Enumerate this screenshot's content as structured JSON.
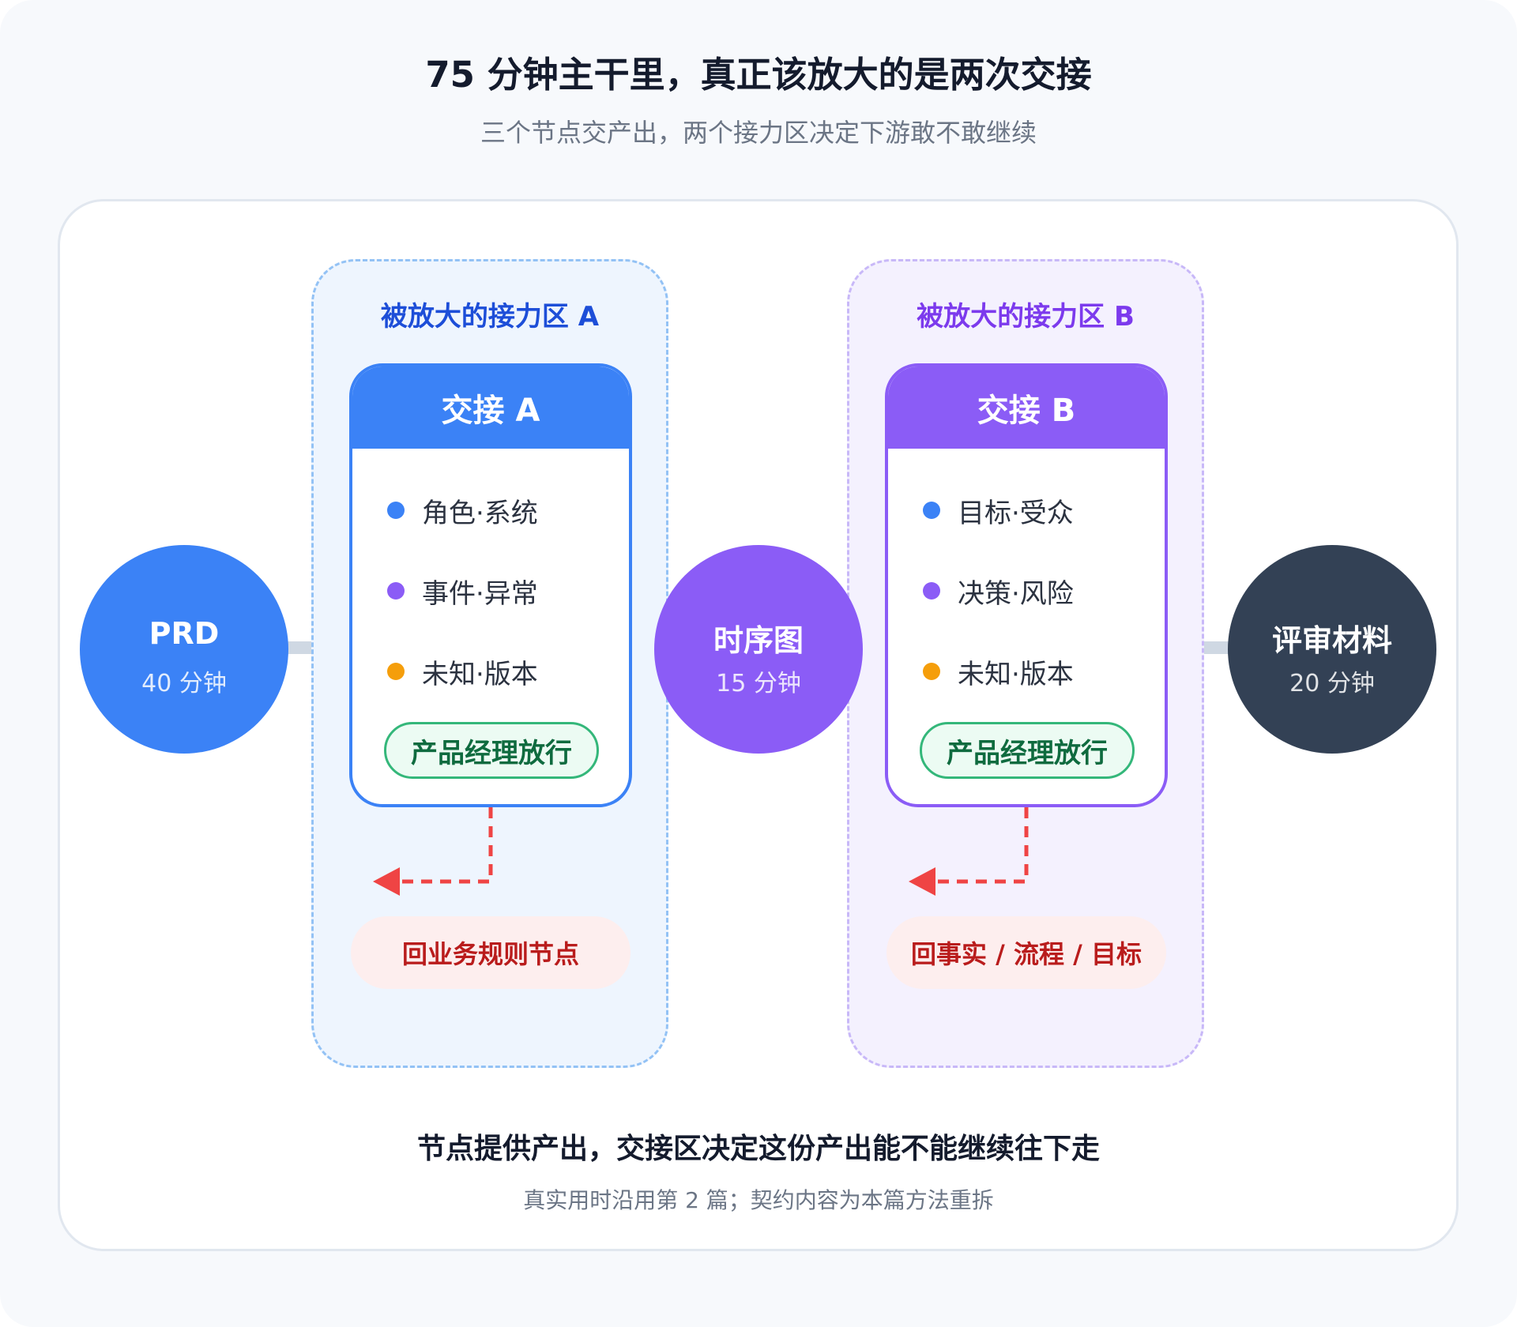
{
  "header": {
    "title": "75 分钟主干里，真正该放大的是两次交接",
    "subtitle": "三个节点交产出，两个接力区决定下游敢不敢继续"
  },
  "nodes": [
    {
      "name": "PRD",
      "time": "40 分钟",
      "color": "#3b82f6"
    },
    {
      "name": "时序图",
      "time": "15 分钟",
      "color": "#8b5cf6"
    },
    {
      "name": "评审材料",
      "time": "20 分钟",
      "color": "#334155"
    }
  ],
  "zones": [
    {
      "title": "被放大的接力区 A",
      "handoff_title": "交接 A",
      "items": [
        {
          "label": "角色·系统",
          "dot_color": "#3b82f6"
        },
        {
          "label": "事件·异常",
          "dot_color": "#8b5cf6"
        },
        {
          "label": "未知·版本",
          "dot_color": "#f59e0b"
        }
      ],
      "approve_label": "产品经理放行",
      "return_label": "回业务规则节点"
    },
    {
      "title": "被放大的接力区 B",
      "handoff_title": "交接 B",
      "items": [
        {
          "label": "目标·受众",
          "dot_color": "#3b82f6"
        },
        {
          "label": "决策·风险",
          "dot_color": "#8b5cf6"
        },
        {
          "label": "未知·版本",
          "dot_color": "#f59e0b"
        }
      ],
      "approve_label": "产品经理放行",
      "return_label": "回事实 / 流程 / 目标"
    }
  ],
  "footer": {
    "main": "节点提供产出，交接区决定这份产出能不能继续往下走",
    "note": "真实用时沿用第 2 篇；契约内容为本篇方法重拆"
  },
  "colors": {
    "return_arrow": "#ef4444",
    "connector": "#cfd8e3"
  }
}
